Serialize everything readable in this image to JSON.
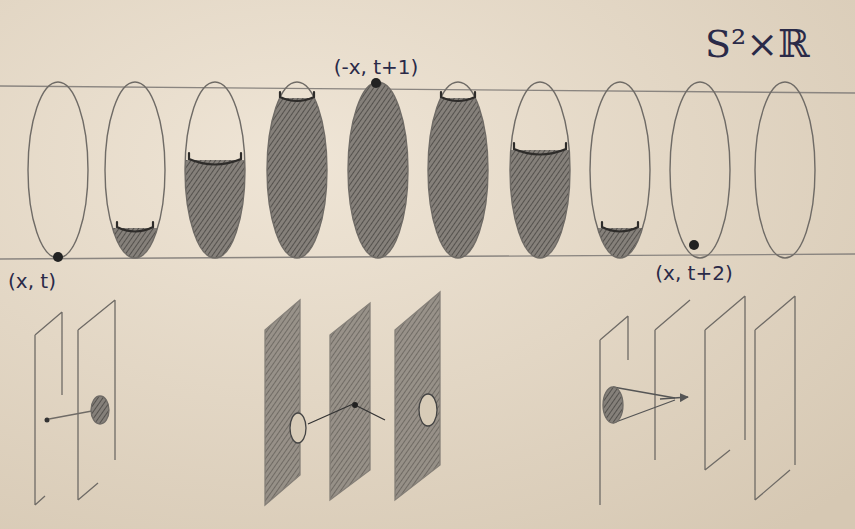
{
  "diagram": {
    "labels": [
      "(-x, t+1)",
      "S²×ℝ",
      "(x, t)",
      "(x, t+2)"
    ]
  }
}
